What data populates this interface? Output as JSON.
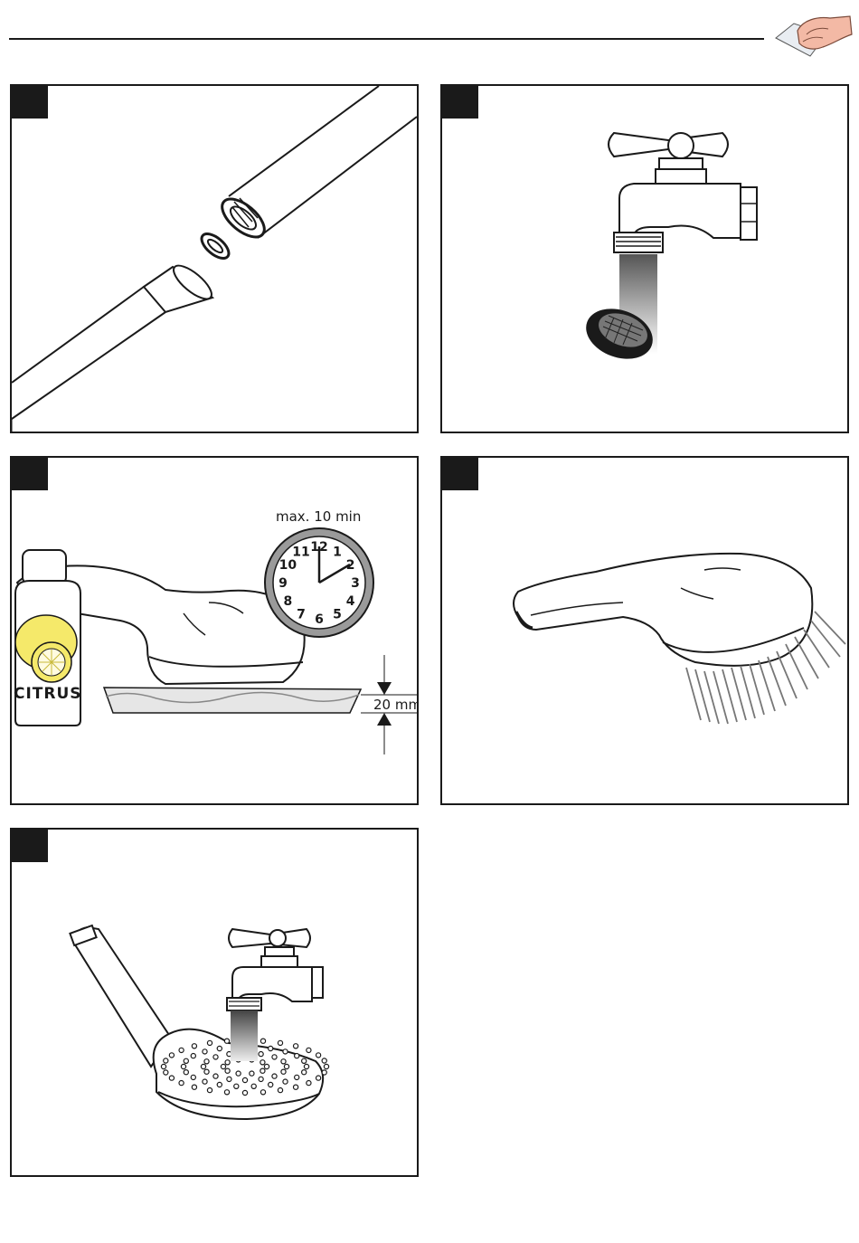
{
  "panel3": {
    "clock_label": "max. 10 min",
    "depth_label": "20 mm",
    "bottle_label": "CITRUS",
    "clock_numbers": [
      "12",
      "1",
      "2",
      "3",
      "4",
      "5",
      "6",
      "7",
      "8",
      "9",
      "10",
      "11"
    ]
  },
  "colors": {
    "ink": "#1a1a1a",
    "lemon": "#f5e96a",
    "clock_rim": "#9a9a9a",
    "water": "#e6e6e6",
    "hand_skin": "#f3b9a5"
  },
  "icons": [
    "hand-wiping-icon"
  ]
}
